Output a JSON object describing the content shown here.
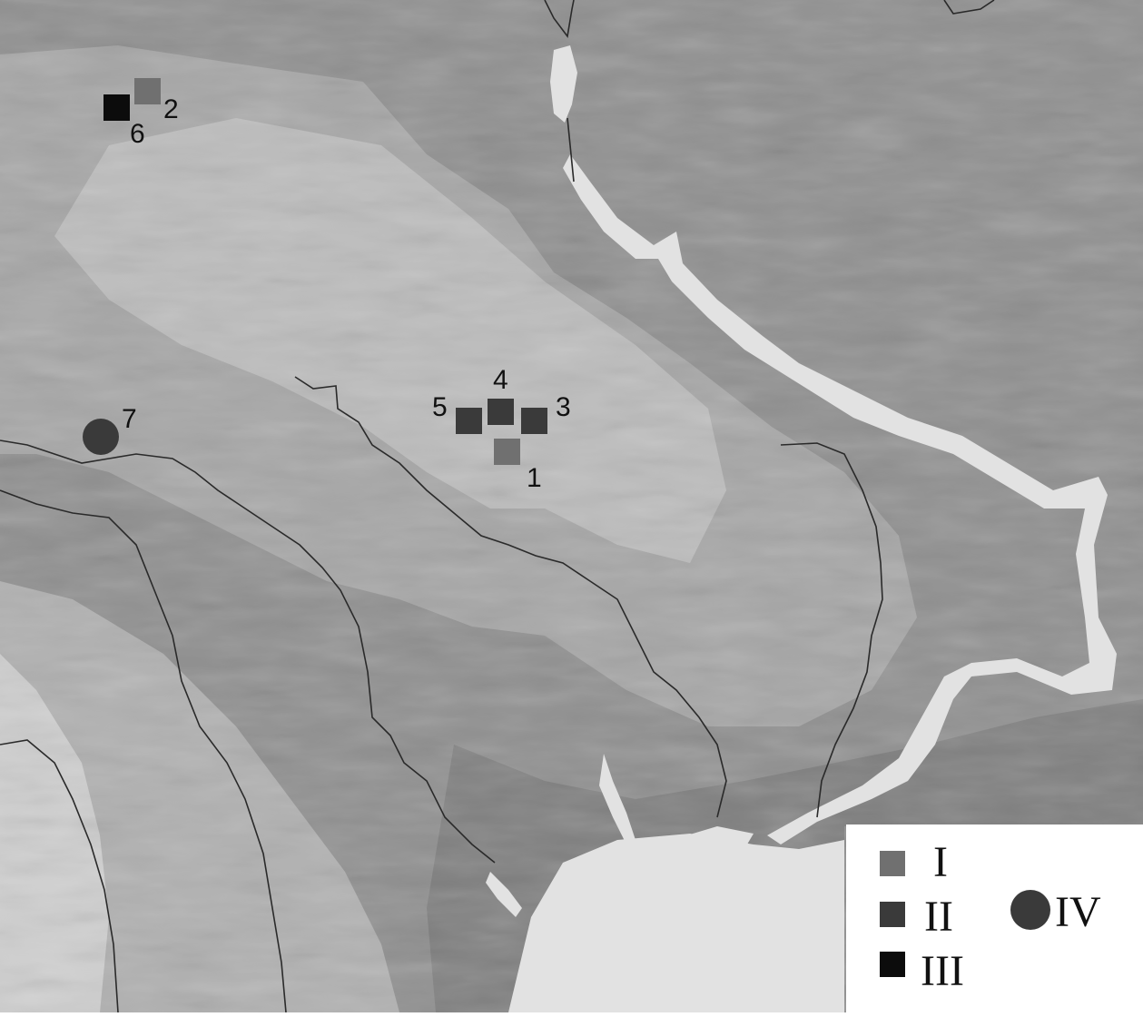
{
  "colors": {
    "lowland": "#8f8f8f",
    "upland": "#a6a6a6",
    "highland": "#bcbcbc",
    "plain": "#7e7e7e",
    "water": "#e2e2e2",
    "border": "#2a2a2a",
    "legend_bg": "#ffffff",
    "type_I": "#707070",
    "type_II": "#3a3a3a",
    "type_III": "#0c0c0c",
    "type_IV": "#3a3a3a"
  },
  "sites": [
    {
      "label": "1",
      "type": "I",
      "shape": "square"
    },
    {
      "label": "2",
      "type": "I",
      "shape": "square"
    },
    {
      "label": "3",
      "type": "II",
      "shape": "square"
    },
    {
      "label": "4",
      "type": "II",
      "shape": "square"
    },
    {
      "label": "5",
      "type": "II",
      "shape": "square"
    },
    {
      "label": "6",
      "type": "III",
      "shape": "square"
    },
    {
      "label": "7",
      "type": "IV",
      "shape": "circle"
    }
  ],
  "legend": {
    "items": [
      {
        "label": "I",
        "shape": "square",
        "color": "#707070"
      },
      {
        "label": "II",
        "shape": "square",
        "color": "#3a3a3a"
      },
      {
        "label": "III",
        "shape": "square",
        "color": "#0c0c0c"
      },
      {
        "label": "IV",
        "shape": "circle",
        "color": "#3a3a3a"
      }
    ]
  }
}
